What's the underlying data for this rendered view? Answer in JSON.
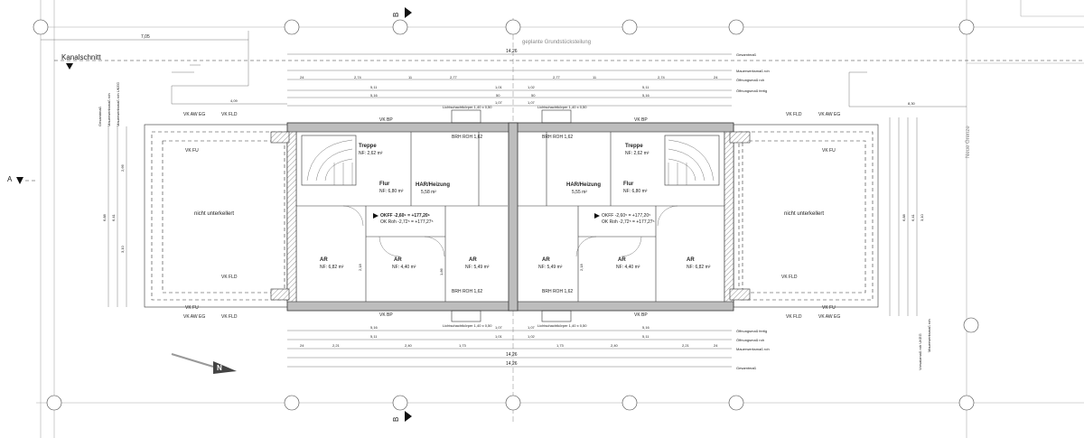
{
  "markers": {
    "section_b": "B",
    "section_a": "A",
    "kanalschnitt": "Kanalschnitt"
  },
  "site": {
    "grundstuecksteilung": "geplante Grundstücksteilung",
    "neue_grenze": "Neue Grenze"
  },
  "dims": {
    "top_left": "7,05",
    "overall_top": "14,26",
    "overall_bottom": "14,26",
    "row_5_16": "5,16",
    "row_5_11": "5,11",
    "right_segment": "8,30",
    "left_segment": "4,09",
    "seg_1_01": "1,01",
    "seg_1_02": "1,02",
    "seg_1_07": "1,07",
    "seg_2_77": "2,77",
    "seg_2_74": "2,74",
    "seg_2_21": "2,21",
    "seg_2_40": "2,40",
    "seg_1_73": "1,73",
    "seg_50": "50",
    "seg_24": "24",
    "seg_11": "11",
    "left_v1": "6,88",
    "left_v2": "6,41",
    "left_v3": "3,10",
    "left_v4": "2,66",
    "right_v1": "6,88",
    "right_v2": "6,41",
    "right_v3": "3,10",
    "dim_v_2_18": "2,18",
    "dim_v_1_86": "1,86"
  },
  "dim_labels": {
    "gesamtmass": "Gesamtmaß",
    "mauerwerk_roh": "Mauerwerksmaß roh",
    "oeffnung_roh": "Öffnungsmaß roh",
    "oeffnung_fertig": "Öffnungsmaß fertig",
    "mauerwerk_roh_uk": "Mauerwerksmaß roh UKEG",
    "vorsatz_uk": "Vorsatzmaß roh UKEG"
  },
  "tags": {
    "vk_bp": "VK BP",
    "vk_fu": "VK FU",
    "vk_fld": "VK FLD",
    "vk_aw_eg": "VK AW EG",
    "brh_roh_162": "BRH ROH 1,62",
    "lichtschacht": "Lichtschachtkörper 1,40 x 0,50",
    "okff_left": "OKFF -2,60⁵ = +177,20⁵",
    "ok_roh_left": "OK Roh -2,72⁵ = +177,27⁵",
    "okff_right": "OKFF -2,60⁵ = +177,20⁵",
    "ok_roh_right": "OK Roh -2,72⁵ = +177,27⁵"
  },
  "rooms": {
    "treppe_l": {
      "name": "Treppe",
      "area": "NF: 2,62 m²"
    },
    "flur_l": {
      "name": "Flur",
      "area": "NF: 6,80 m²"
    },
    "har_l": {
      "name": "HAR/Heizung",
      "area": "5,58 m²"
    },
    "ar_big_l": {
      "name": "AR",
      "area": "NF: 6,82 m²"
    },
    "ar_mid_l": {
      "name": "AR",
      "area": "NF: 4,40 m²"
    },
    "ar_small_l": {
      "name": "AR",
      "area": "NF: 5,49 m²"
    },
    "treppe_r": {
      "name": "Treppe",
      "area": "NF: 2,62 m²"
    },
    "flur_r": {
      "name": "Flur",
      "area": "NF: 6,80 m²"
    },
    "har_r": {
      "name": "HAR/Heizung",
      "area": "5,55 m²"
    },
    "ar_big_r": {
      "name": "AR",
      "area": "NF: 6,82 m²"
    },
    "ar_mid_r": {
      "name": "AR",
      "area": "NF: 4,40 m²"
    },
    "ar_small_r": {
      "name": "AR",
      "area": "NF: 5,49 m²"
    },
    "unterkellert_l": "nicht unterkellert",
    "unterkellert_r": "nicht unterkellert"
  },
  "north": "N"
}
